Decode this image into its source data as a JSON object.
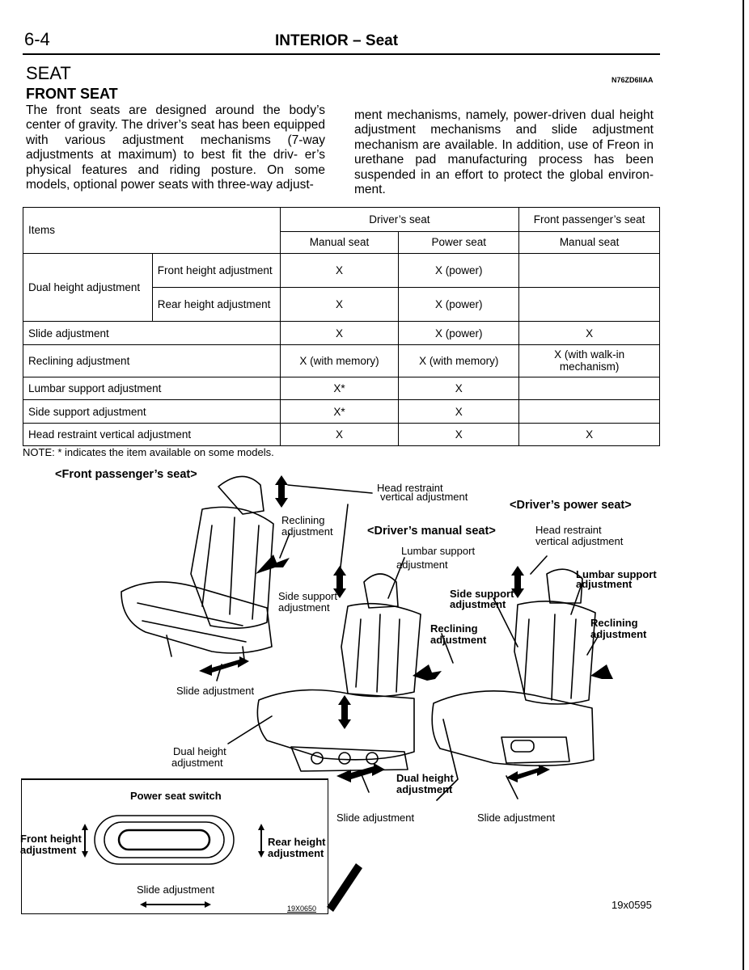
{
  "header": {
    "page_number": "6-4",
    "title": "INTERIOR – Seat"
  },
  "section": {
    "title": "SEAT",
    "subtitle": "FRONT SEAT",
    "code": "N76ZD6IIAA"
  },
  "intro": {
    "col1": "The front seats are designed around the body’s center of gravity. The driver’s seat has been equipped with various adjustment mechanisms (7-way adjustments at maximum) to best fit the driv- er’s physical features and riding posture. On some models, optional power seats with three-way adjust-",
    "col2": "ment mechanisms, namely, power-driven dual height adjustment mechanisms and slide adjustment mechanism are available. In addition, use of Freon in urethane pad manufacturing process has been suspended in an effort to protect the global environ- ment."
  },
  "table": {
    "items_header": "Items",
    "drivers_seat": "Driver’s seat",
    "front_passenger_seat": "Front passenger’s seat",
    "manual_seat": "Manual seat",
    "power_seat": "Power seat",
    "passenger_manual_seat": "Manual seat",
    "dual_height": "Dual height adjustment",
    "front_height": "Front height adjustment",
    "rear_height": "Rear height adjustment",
    "rows": [
      {
        "label": "Front height adjustment",
        "manual": "X",
        "power": "X (power)",
        "passenger": ""
      },
      {
        "label": "Rear height adjustment",
        "manual": "X",
        "power": "X (power)",
        "passenger": ""
      },
      {
        "label": "Slide adjustment",
        "manual": "X",
        "power": "X (power)",
        "passenger": "X"
      },
      {
        "label": "Reclining adjustment",
        "manual": "X (with memory)",
        "power": "X (with memory)",
        "passenger": "X (with walk-in mechanism)"
      },
      {
        "label": "Lumbar support adjustment",
        "manual": "X*",
        "power": "X",
        "passenger": ""
      },
      {
        "label": "Side support adjustment",
        "manual": "X*",
        "power": "X",
        "passenger": ""
      },
      {
        "label": "Head restraint vertical adjustment",
        "manual": "X",
        "power": "X",
        "passenger": "X"
      }
    ]
  },
  "note": "NOTE: * indicates the item available on some models.",
  "figure": {
    "front_passenger_seat": "<Front passenger’s seat>",
    "drivers_manual_seat": "<Driver’s manual seat>",
    "drivers_power_seat": "<Driver’s power seat>",
    "head_restraint_1": "Head restraint",
    "head_restraint_2": "vertical adjustment",
    "reclining_1": "Reclining",
    "reclining_2": "adjustment",
    "side_support_1": "Side support",
    "side_support_2": "adjustment",
    "lumbar_1": "Lumbar support",
    "lumbar_2": "adjustment",
    "slide": "Slide adjustment",
    "dual_height_1": "Dual height",
    "dual_height_2": "adjustment",
    "power_seat_switch": "Power seat switch",
    "front_height_1": "Front height",
    "front_height_2": "adjustment",
    "rear_height_1": "Rear height",
    "rear_height_2": "adjustment",
    "code_inset": "19X0650",
    "code_figure": "19x0595"
  }
}
